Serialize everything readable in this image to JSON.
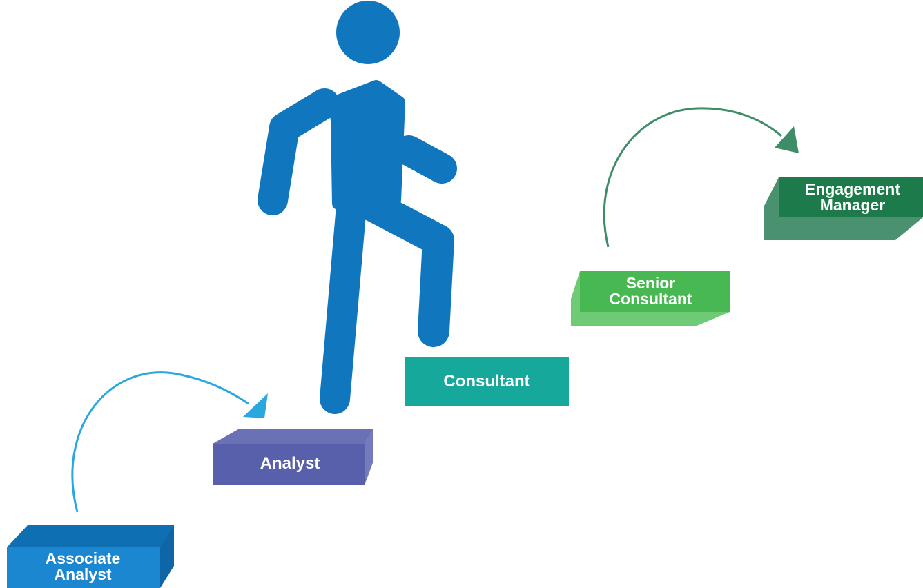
{
  "steps": {
    "associate_analyst": {
      "line1": "Associate",
      "line2": "Analyst"
    },
    "analyst": {
      "label": "Analyst"
    },
    "consultant": {
      "label": "Consultant"
    },
    "senior_consultant": {
      "line1": "Senior",
      "line2": "Consultant"
    },
    "engagement_manager": {
      "line1": "Engagement",
      "line2": "Manager"
    }
  },
  "colors": {
    "figure": "#1077bf",
    "associate_front": "#1a87d0",
    "associate_top": "#137dc4",
    "analyst_front": "#5860ab",
    "analyst_top": "#6a71b5",
    "consultant": "#15a89b",
    "senior_front": "#48b852",
    "senior_top": "#6fca75",
    "engagement_front": "#1d7a4a",
    "engagement_top": "#4a9170",
    "arrow_blue": "#2ba7df",
    "arrow_green": "#3f8d68"
  },
  "icons": [
    "walking-person-icon",
    "curved-arrow-icon"
  ]
}
